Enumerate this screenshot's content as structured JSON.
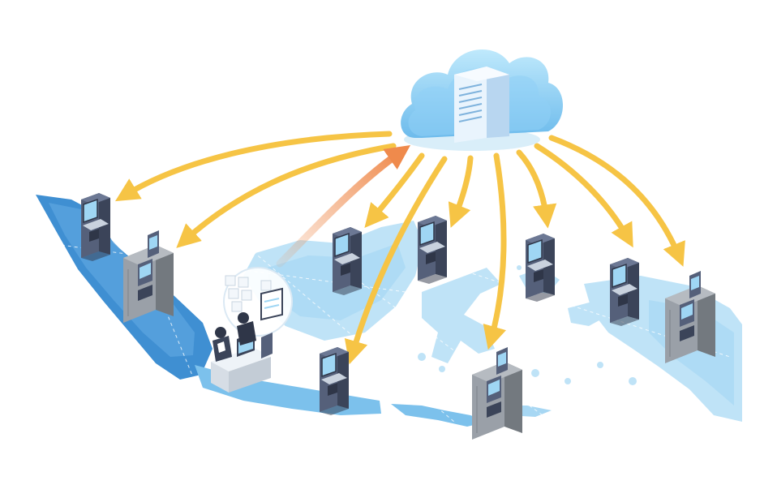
{
  "illustration": {
    "colors": {
      "background": "#ffffff",
      "map_light": "#bfe3f7",
      "map_mid": "#7cc1ec",
      "map_dark": "#3f8fd2",
      "cloud_light": "#aee2fb",
      "cloud_dark": "#62b5ea",
      "server_face": "#e9f4fd",
      "server_side": "#b8d6f0",
      "arrow_outbound": "#f6c445",
      "arrow_inbound": "#ef8a4c",
      "kiosk_body": "#55607a",
      "kiosk_dark": "#3b4459",
      "kiosk_screen": "#9fd6f4",
      "cabinet_body": "#9aa0a8",
      "cabinet_dark": "#73797f"
    },
    "icons": [
      "cloud-server-icon",
      "office-worker-icon",
      "atm-kiosk-icon",
      "deposit-cabinet-icon"
    ],
    "device_count": 10,
    "outbound_links": 9,
    "inbound_links": 1
  }
}
